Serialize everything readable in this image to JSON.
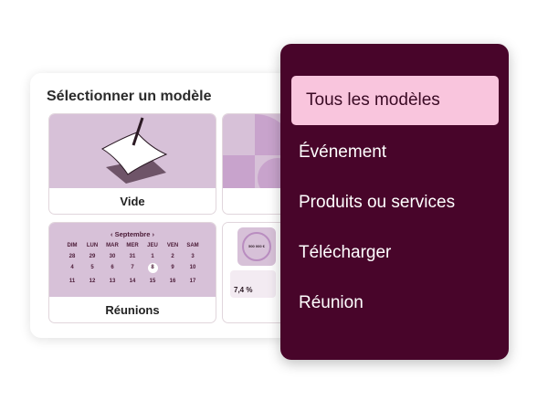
{
  "panel": {
    "title": "Sélectionner un modèle",
    "templates": [
      {
        "label": "Vide",
        "icon": "pen-paper-icon"
      },
      {
        "label": "",
        "icon": "shapes-pattern"
      },
      {
        "label": "Réunions",
        "icon": "calendar"
      },
      {
        "label": "",
        "icon": "dashboard-preview"
      }
    ],
    "calendar": {
      "month": "Septembre",
      "days": [
        "DIM",
        "LUN",
        "MAR",
        "MER",
        "JEU",
        "VEN",
        "SAM"
      ],
      "dates": [
        "28",
        "29",
        "30",
        "31",
        "1",
        "2",
        "3",
        "4",
        "5",
        "6",
        "7",
        "8",
        "9",
        "10",
        "11",
        "12",
        "13",
        "14",
        "15",
        "16",
        "17"
      ],
      "selected": "8"
    },
    "dashboard": {
      "amount": "500 000 €",
      "percent": "7,4 %"
    }
  },
  "menu": {
    "items": [
      "Tous les modèles",
      "Événement",
      "Produits ou services",
      "Télécharger",
      "Réunion"
    ],
    "active": 0
  },
  "colors": {
    "menu_bg": "#48052a",
    "active_bg": "#f9c5dd",
    "tile_bg": "#d7c1d8"
  }
}
